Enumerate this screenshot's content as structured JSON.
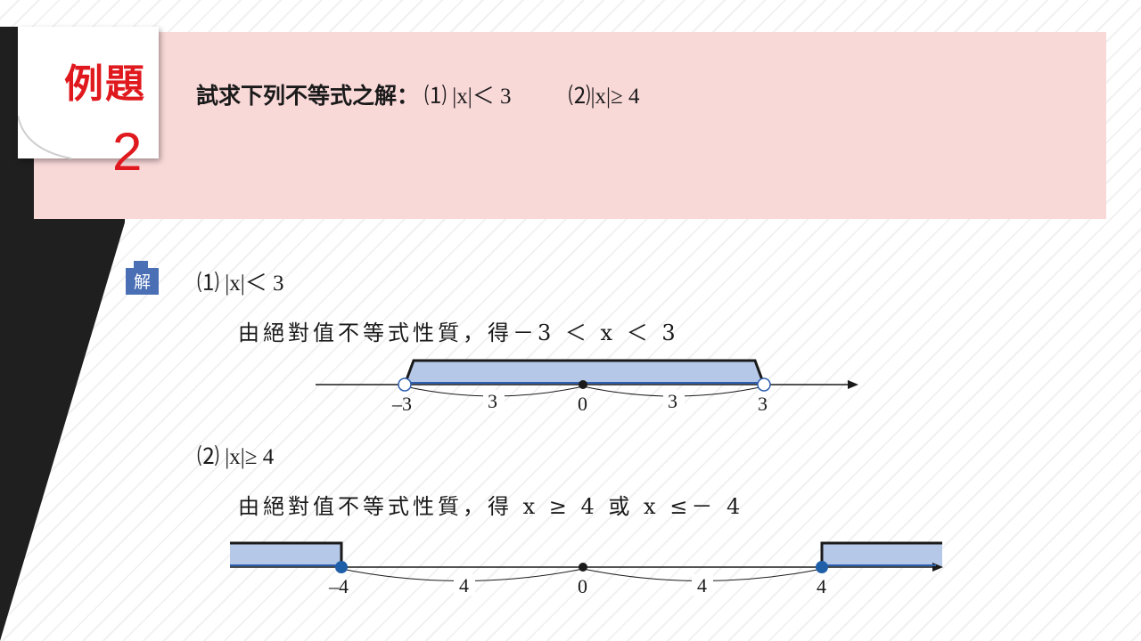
{
  "badge": {
    "title": "例題",
    "number": "2"
  },
  "question": {
    "prompt": "試求下列不等式之解：",
    "part1": "⑴ |x|＜ 3",
    "part2": "⑵|x|≥ 4"
  },
  "solution": {
    "badge_label": "解",
    "part1": {
      "heading": "⑴ |x|＜ 3",
      "statement": "由絕對值不等式性質，得－3 ＜ x ＜ 3",
      "number_line": {
        "open_endpoints": [
          -3,
          3
        ],
        "labels": [
          "–3",
          "3",
          "0",
          "3",
          "3"
        ]
      }
    },
    "part2": {
      "heading": "⑵ |x|≥ 4",
      "statement": "由絕對值不等式性質，得 x ≥ 4 或 x ≤－ 4",
      "number_line": {
        "closed_endpoints": [
          -4,
          4
        ],
        "labels": [
          "–4",
          "4",
          "0",
          "4",
          "4"
        ]
      }
    }
  },
  "colors": {
    "badge_red": "#e0191e",
    "header_band": "#f9d8d8",
    "shade_blue": "#b5c8e8",
    "line_blue": "#2e5fae",
    "dot_blue": "#1f5fa8"
  }
}
